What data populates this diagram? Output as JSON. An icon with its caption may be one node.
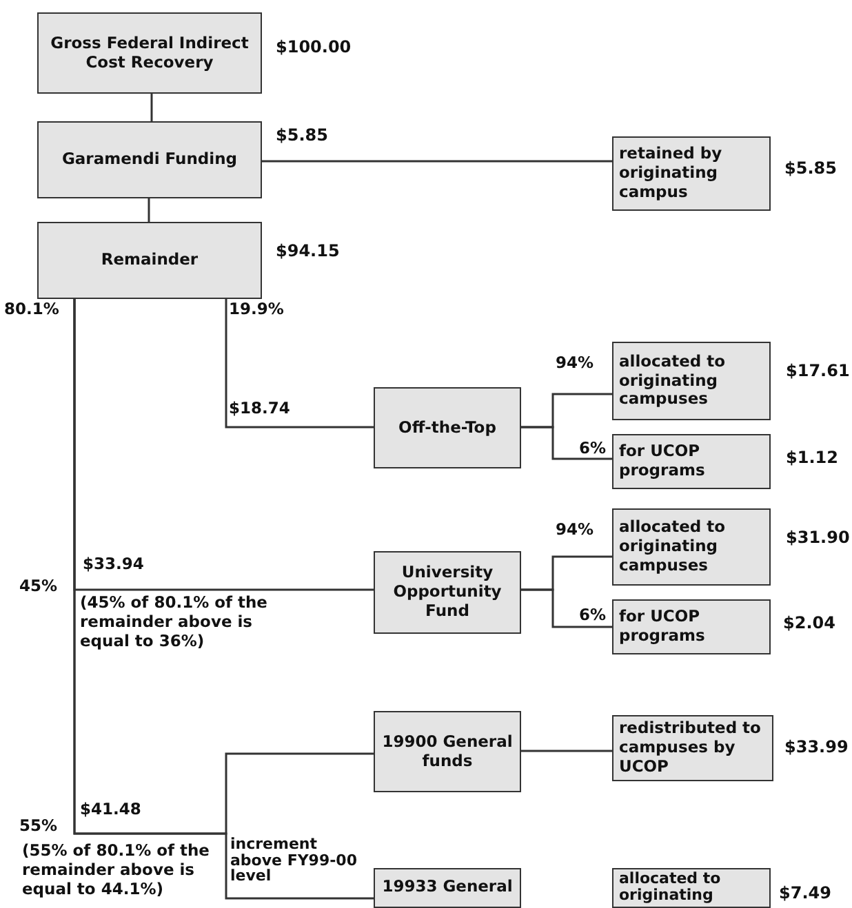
{
  "diagram": {
    "nodes": [
      {
        "text": [
          "Gross Federal Indirect Cost Recovery"
        ],
        "beside": [
          "$100.00"
        ]
      },
      {
        "text": [
          "Garamendi Funding"
        ],
        "beside": [
          "$5.85"
        ]
      },
      {
        "text": [
          "retained by originating campus"
        ],
        "beside": [
          "$5.85"
        ]
      },
      {
        "text": [
          "Remainder"
        ],
        "beside": [
          "$94.15"
        ]
      },
      {
        "text": [
          "Off-the-Top"
        ]
      },
      {
        "text": [
          "allocated to originating campuses"
        ],
        "beside": [
          "$17.61"
        ]
      },
      {
        "text": [
          "for UCOP programs"
        ],
        "beside": [
          "$1.12"
        ]
      },
      {
        "text": [
          "University Opportunity Fund"
        ]
      },
      {
        "text": [
          "allocated to originating campuses"
        ],
        "beside": [
          "$31.90"
        ]
      },
      {
        "text": [
          "for UCOP programs"
        ],
        "beside": [
          "$2.04"
        ]
      },
      {
        "text": [
          "19900 General funds"
        ]
      },
      {
        "text": [
          "redistributed to campuses by UCOP"
        ],
        "beside": [
          "$33.99"
        ]
      },
      {
        "text": [
          "19933 General"
        ]
      },
      {
        "text": [
          "allocated to originating"
        ],
        "beside": [
          "$7.49"
        ]
      }
    ],
    "edges": [
      {
        "from": 0,
        "to": 1,
        "arrow": "none"
      },
      {
        "from": 1,
        "to": 2,
        "arrow": "none"
      },
      {
        "from": 1,
        "to": 3,
        "arrow": "none"
      },
      {
        "from": 3,
        "to": 4,
        "arrow": "none"
      },
      {
        "from": 3,
        "to": 7,
        "arrow": "none"
      },
      {
        "from": 3,
        "to": 10,
        "arrow": "none"
      },
      {
        "from": 3,
        "to": 12,
        "arrow": "none"
      },
      {
        "from": 4,
        "to": 5,
        "arrow": "none"
      },
      {
        "from": 4,
        "to": 6,
        "arrow": "none"
      },
      {
        "from": 7,
        "to": 8,
        "arrow": "none"
      },
      {
        "from": 7,
        "to": 9,
        "arrow": "none"
      },
      {
        "from": 10,
        "to": 11,
        "arrow": "none"
      }
    ],
    "labels": [
      "80.1%",
      "19.9%",
      "$18.74",
      "94%",
      "6%",
      "94%",
      "6%",
      "45%",
      "$33.94",
      "(45% of 80.1% of the remainder above is equal to 36%)",
      "55%",
      "$41.48",
      "(55% of 80.1% of the remainder above is equal to 44.1%)",
      "increment above FY99-00 level"
    ]
  }
}
